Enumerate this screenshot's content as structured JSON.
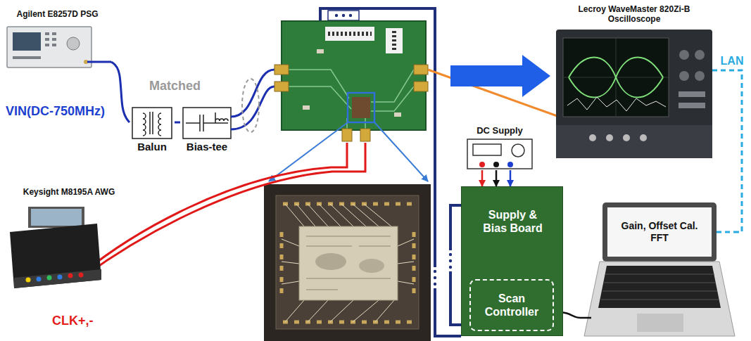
{
  "diagram": {
    "nodes": [
      {
        "text": [
          "Agilent E8257D PSG"
        ]
      },
      {
        "text": [
          "Balun"
        ]
      },
      {
        "text": [
          "Bias-tee"
        ]
      },
      {
        "text": [
          "Lecroy WaveMaster 820Zi-B Oscilloscope"
        ]
      },
      {
        "text": [
          "DC Supply"
        ]
      },
      {
        "text": [
          "Supply & Bias Board"
        ]
      },
      {
        "text": [
          "Scan Controller"
        ],
        "in": 5
      },
      {
        "text": [
          "Keysight M8195A AWG"
        ]
      },
      {
        "text": [
          "Gain, Offset Cal. FFT"
        ]
      }
    ],
    "edges": [
      {
        "from": 0,
        "to": 1,
        "arrow": "none"
      },
      {
        "from": 1,
        "to": 2,
        "arrow": "none"
      },
      {
        "from": 4,
        "to": 5,
        "arrow": "to"
      },
      {
        "from": 4,
        "to": 5,
        "arrow": "to"
      },
      {
        "from": 4,
        "to": 5,
        "arrow": "to"
      },
      {
        "from": 6,
        "to": 8,
        "arrow": "none"
      },
      {
        "from": 3,
        "to": 8,
        "arrow": "none",
        "label": "LAN"
      }
    ],
    "labels": [
      "Matched",
      "VIN(DC-750MHz)",
      "CLK+,-"
    ]
  }
}
